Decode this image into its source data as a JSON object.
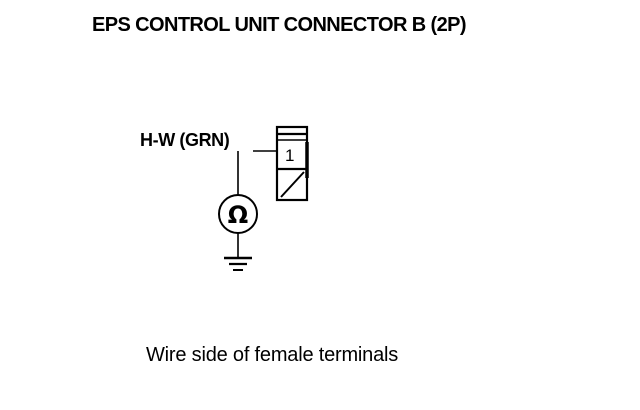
{
  "diagram": {
    "title": "EPS CONTROL UNIT CONNECTOR B (2P)",
    "wire_label": "H-W (GRN)",
    "pin_number": "1",
    "meter_symbol": "Ω",
    "caption": "Wire side of female terminals"
  }
}
